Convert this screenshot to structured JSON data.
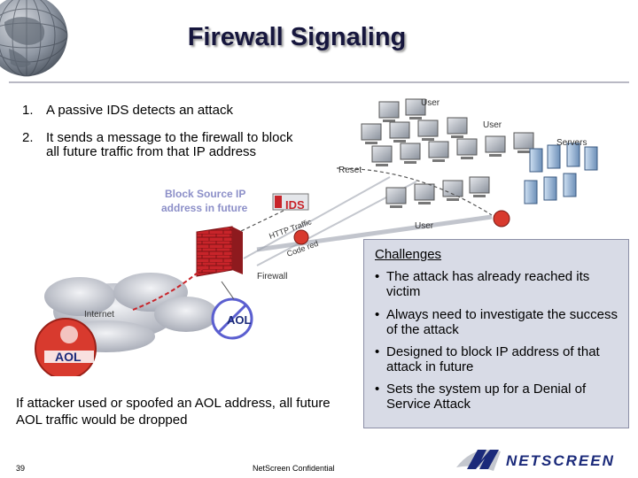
{
  "slide": {
    "title": "Firewall Signaling",
    "steps": [
      {
        "num": "1.",
        "text": "A passive IDS detects an attack"
      },
      {
        "num": "2.",
        "text": "It sends a message to the firewall to block all future traffic from that IP address"
      }
    ],
    "challenges": {
      "heading": "Challenges",
      "items": [
        "The attack has already reached its victim",
        "Always need to investigate the success of the attack",
        "Designed to block IP address of that attack in future",
        "Sets the system up for a Denial of Service Attack"
      ]
    },
    "note": "If attacker used or spoofed an AOL address, all future AOL traffic would be dropped",
    "footer": {
      "page_number": "39",
      "confidential": "NetScreen Confidential",
      "logo_text": "NETSCREEN"
    }
  },
  "diagram": {
    "labels": {
      "user_top": "User",
      "user_mid": "User",
      "servers": "Servers",
      "reset": "Reset",
      "user_bottom": "User",
      "block_label_1": "Block Source IP",
      "block_label_2": "address in future",
      "ids": "IDS",
      "http_traffic": "HTTP Traffic",
      "code_red": "Code red",
      "firewall": "Firewall",
      "internet": "Internet",
      "aol_blocked": "AOL",
      "aol_attacker": "AOL"
    }
  },
  "colors": {
    "title": "#16163d",
    "challenges_bg": "#d8dbe6",
    "firewall_brick": "#c8242a",
    "block_label": "#8c8fc8",
    "attacker": "#d83a2e"
  }
}
